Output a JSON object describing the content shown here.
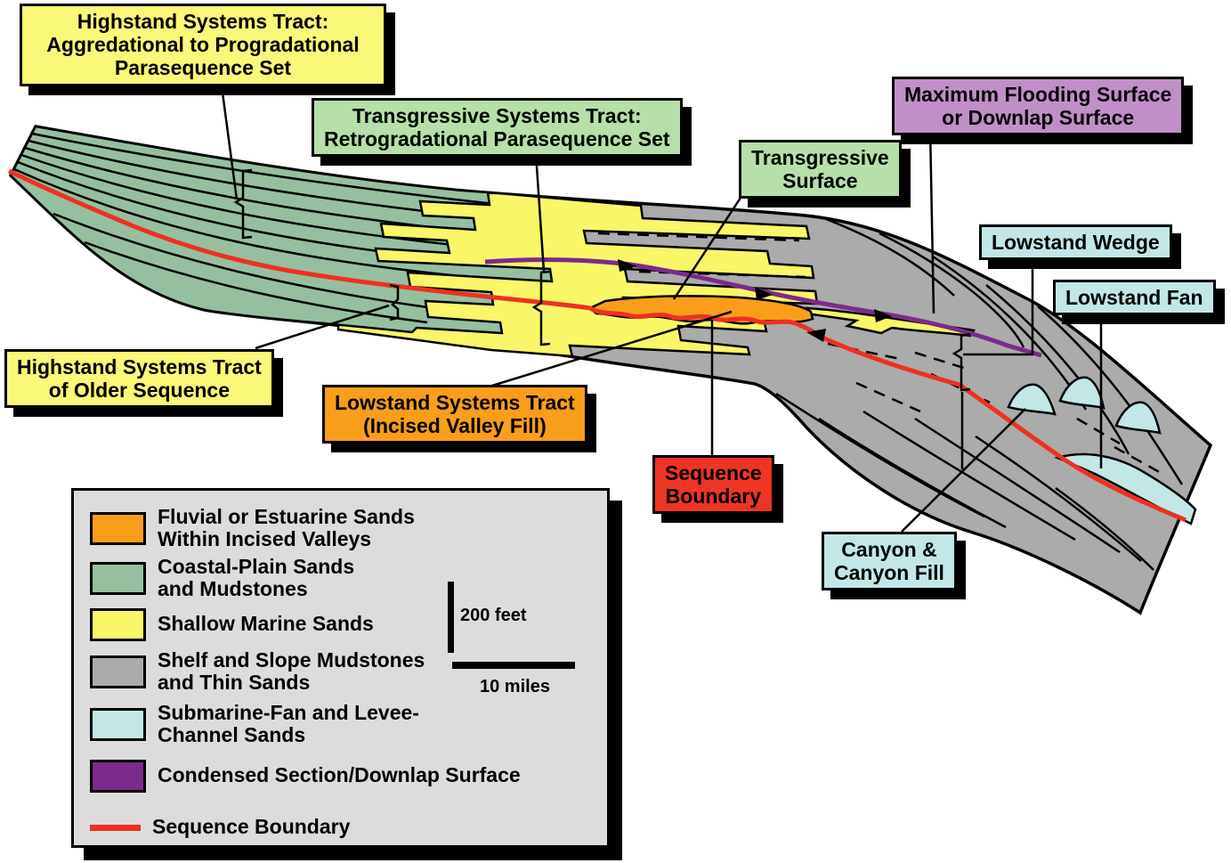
{
  "labels": {
    "hst_top": "Highstand Systems Tract:\nAggredational to Progradational\nParasequence Set",
    "tst": "Transgressive Systems Tract:\nRetrogradational Parasequence Set",
    "transgressive_surface": "Transgressive\nSurface",
    "mfs": "Maximum Flooding Surface\nor Downlap Surface",
    "lowstand_wedge": "Lowstand Wedge",
    "lowstand_fan": "Lowstand Fan",
    "hst_older": "Highstand Systems Tract\nof Older Sequence",
    "lst_ivf": "Lowstand Systems Tract\n(Incised Valley Fill)",
    "sequence_boundary": "Sequence\nBoundary",
    "canyon": "Canyon &\nCanyon Fill"
  },
  "legend": {
    "items": [
      {
        "name": "fluvial-estuarine-sands",
        "label": "Fluvial or Estuarine Sands\nWithin Incised Valleys"
      },
      {
        "name": "coastal-plain-sands",
        "label": "Coastal-Plain Sands\nand Mudstones"
      },
      {
        "name": "shallow-marine-sands",
        "label": "Shallow Marine Sands"
      },
      {
        "name": "shelf-slope-mudstones",
        "label": "Shelf and Slope Mudstones\nand Thin Sands"
      },
      {
        "name": "submarine-fan-sands",
        "label": "Submarine-Fan and Levee-\nChannel Sands"
      },
      {
        "name": "condensed-section",
        "label": "Condensed Section/Downlap Surface"
      },
      {
        "name": "sequence-boundary-line",
        "label": "Sequence Boundary"
      }
    ],
    "scale_vertical": "200 feet",
    "scale_horizontal": "10 miles"
  },
  "colors": {
    "label_yellow": "#FAF878",
    "label_green": "#B6DFA9",
    "label_purple": "#C18FC8",
    "label_cyan": "#C3E7E7",
    "label_orange": "#F99E1B",
    "label_red": "#EE3524",
    "coastal_green": "#96BF9F",
    "marine_yellow": "#F9F767",
    "mud_gray": "#ABABAB",
    "fan_cyan": "#C3E7E7",
    "ivf_orange": "#F99E1B",
    "condensed_purple": "#7B2B8B",
    "boundary_red": "#EE3022",
    "legend_bg": "#DCDCDC"
  }
}
